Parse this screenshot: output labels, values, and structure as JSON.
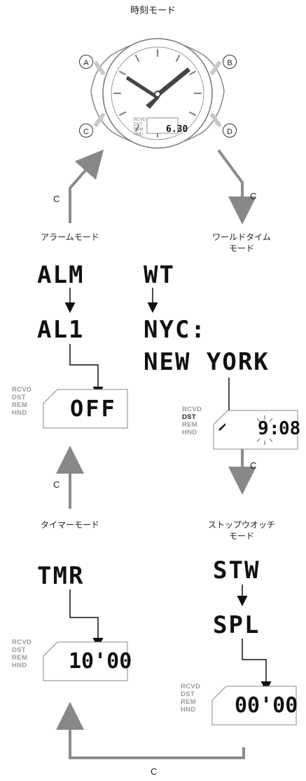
{
  "title": "時刻モード",
  "watch": {
    "buttons": [
      "A",
      "B",
      "C",
      "D"
    ],
    "indicators": [
      "RCVD",
      "DST",
      "REM",
      "HND"
    ],
    "time_display": "6.30"
  },
  "arrows": {
    "c": "C"
  },
  "modes": {
    "alarm": {
      "label": "アラームモード",
      "screens": [
        "ALM",
        "AL1"
      ],
      "display": "OFF"
    },
    "world_time": {
      "label_line1": "ワールドタイム",
      "label_line2": "モード",
      "screens": [
        "WT",
        "NYC:",
        "NEW YORK"
      ],
      "display_hour": "9",
      "display_min": "08"
    },
    "timer": {
      "label": "タイマーモード",
      "screens": [
        "TMR"
      ],
      "display": "10'00"
    },
    "stopwatch": {
      "label_line1": "ストップウオッチ",
      "label_line2": "モード",
      "screens": [
        "STW",
        "SPL"
      ],
      "display": "00'00"
    }
  },
  "indicator_panels": {
    "alarm": [
      "RCVD",
      "DST",
      "REM",
      "HND"
    ],
    "world_time": [
      "RCVD",
      "DST",
      "REM",
      "HND"
    ],
    "timer": [
      "RCVD",
      "DST",
      "REM",
      "HND"
    ],
    "stopwatch": [
      "RCVD",
      "DST",
      "REM",
      "HND"
    ]
  },
  "active_indicator": {
    "world_time": "DST"
  }
}
